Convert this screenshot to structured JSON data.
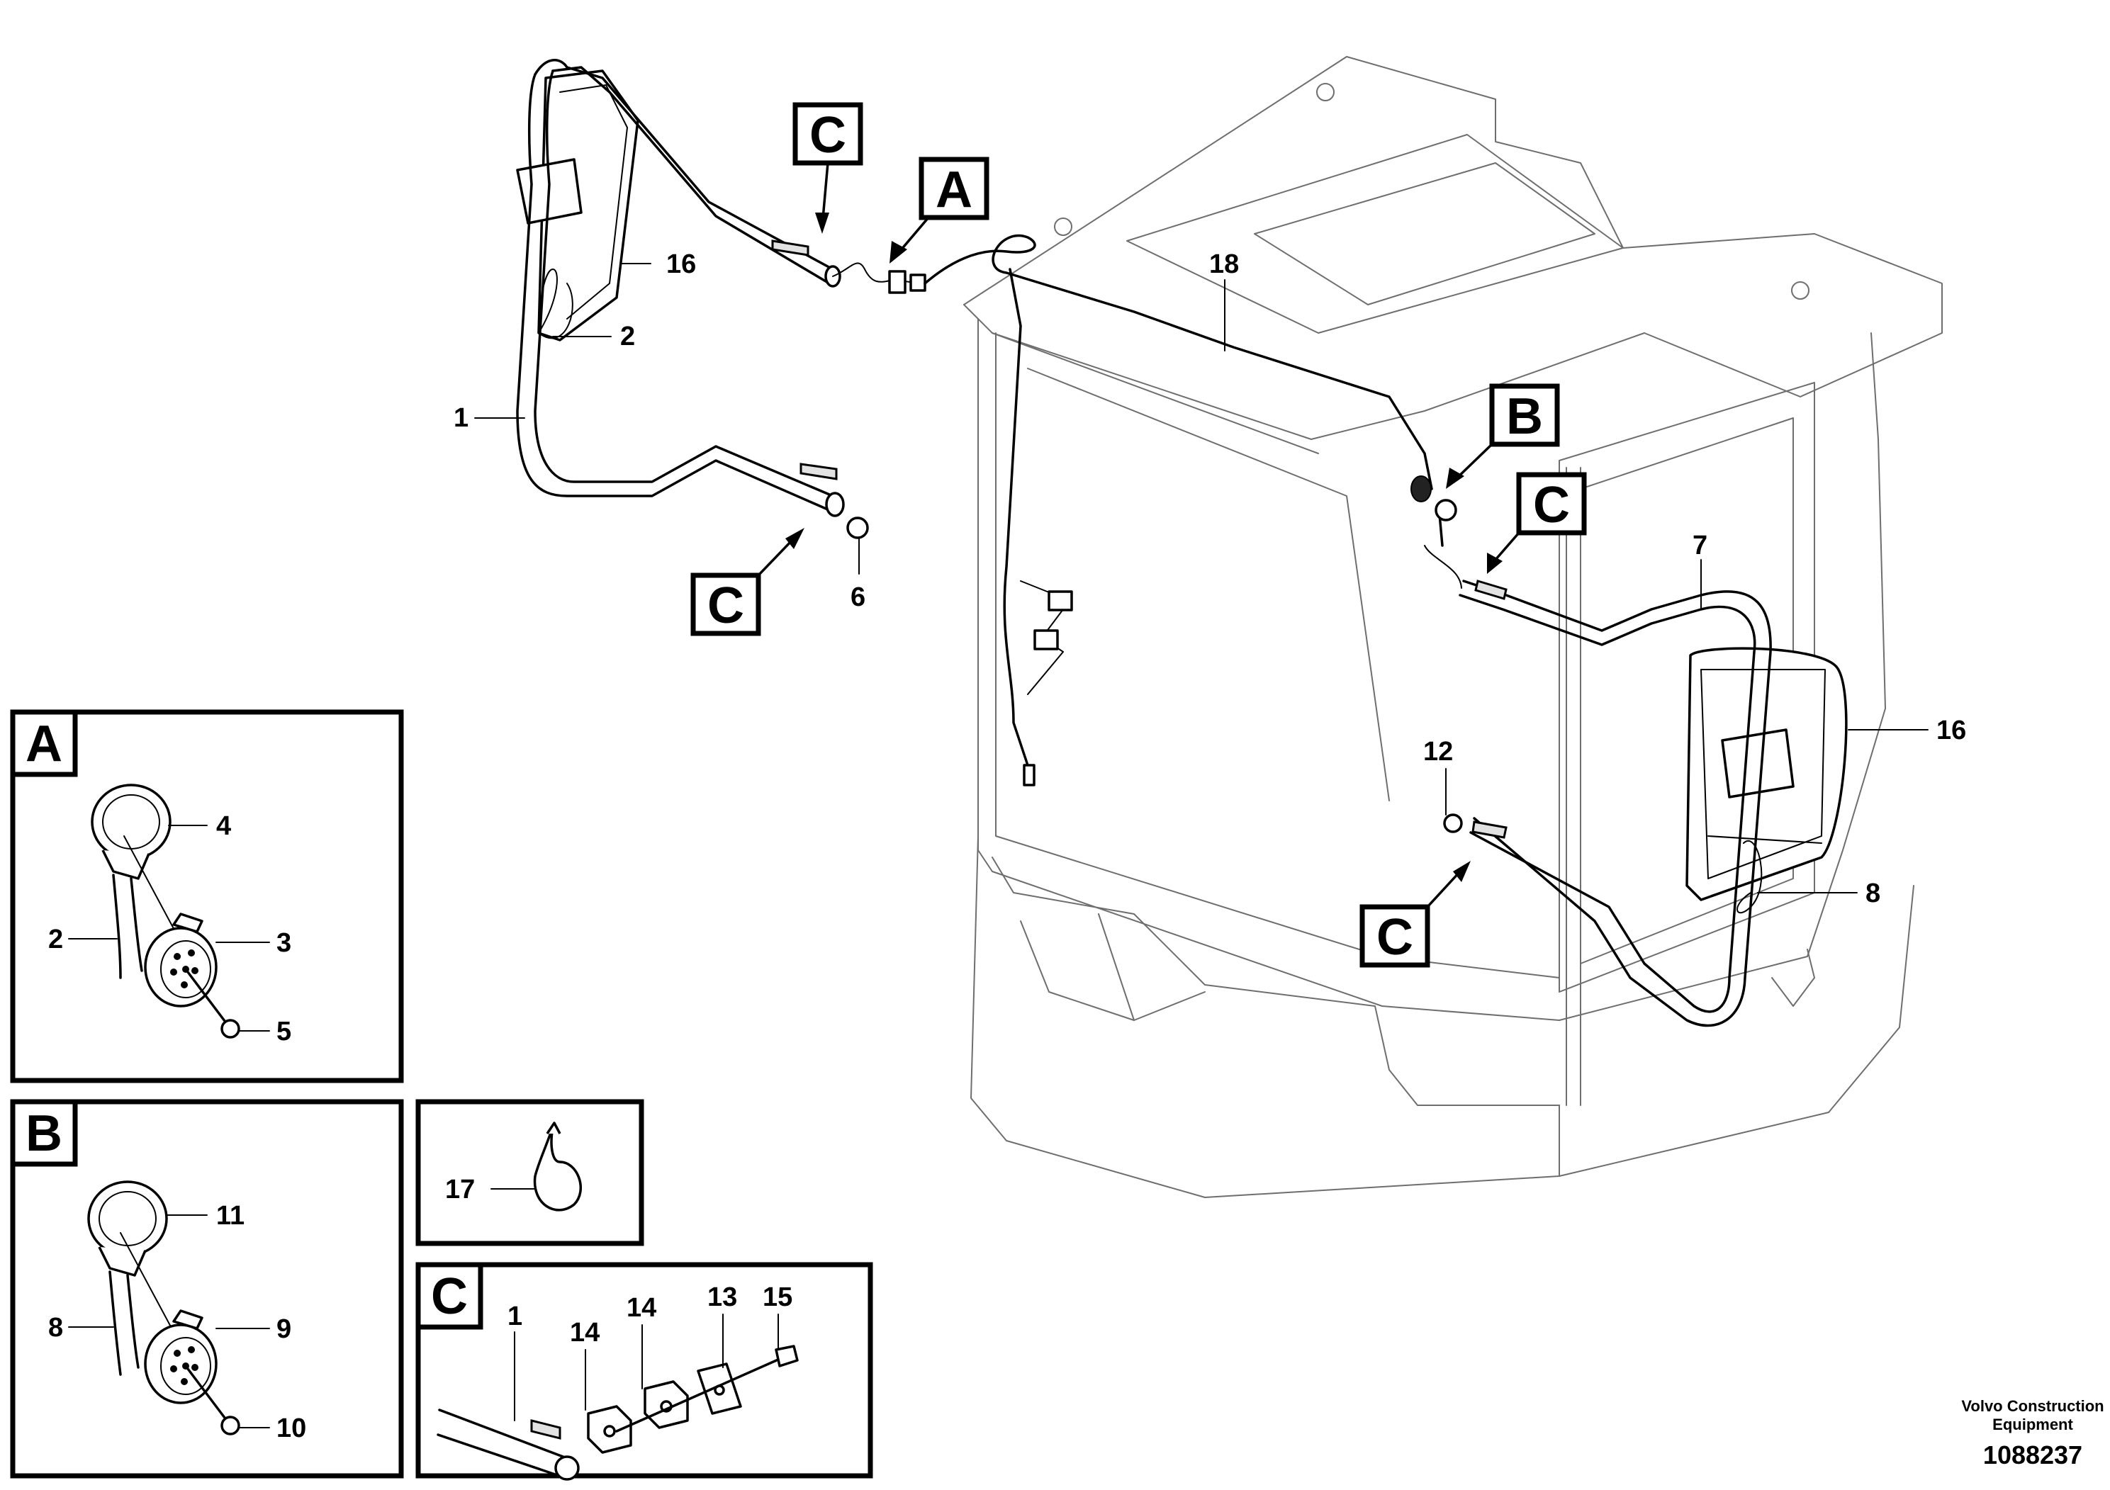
{
  "diagram": {
    "callouts": {
      "c1": "1",
      "c2": "2",
      "c6": "6",
      "c7": "7",
      "c8": "8",
      "c12": "12",
      "c16_left": "16",
      "c16_right": "16",
      "c18": "18"
    },
    "tags": {
      "c_top": "C",
      "a_top": "A",
      "c_left": "C",
      "b_main": "B",
      "c_right_top": "C",
      "c_right_bottom": "C"
    },
    "detail_a": {
      "letter": "A",
      "labels": {
        "l4": "4",
        "l2": "2",
        "l3": "3",
        "l5": "5"
      }
    },
    "detail_b": {
      "letter": "B",
      "labels": {
        "l11": "11",
        "l8": "8",
        "l9": "9",
        "l10": "10"
      }
    },
    "detail_17": {
      "label": "17"
    },
    "detail_c": {
      "letter": "C",
      "labels": {
        "l1": "1",
        "l14a": "14",
        "l14b": "14",
        "l13": "13",
        "l15": "15"
      }
    },
    "footer": {
      "company_line1": "Volvo Construction",
      "company_line2": "Equipment",
      "drawing_number": "1088237"
    }
  }
}
